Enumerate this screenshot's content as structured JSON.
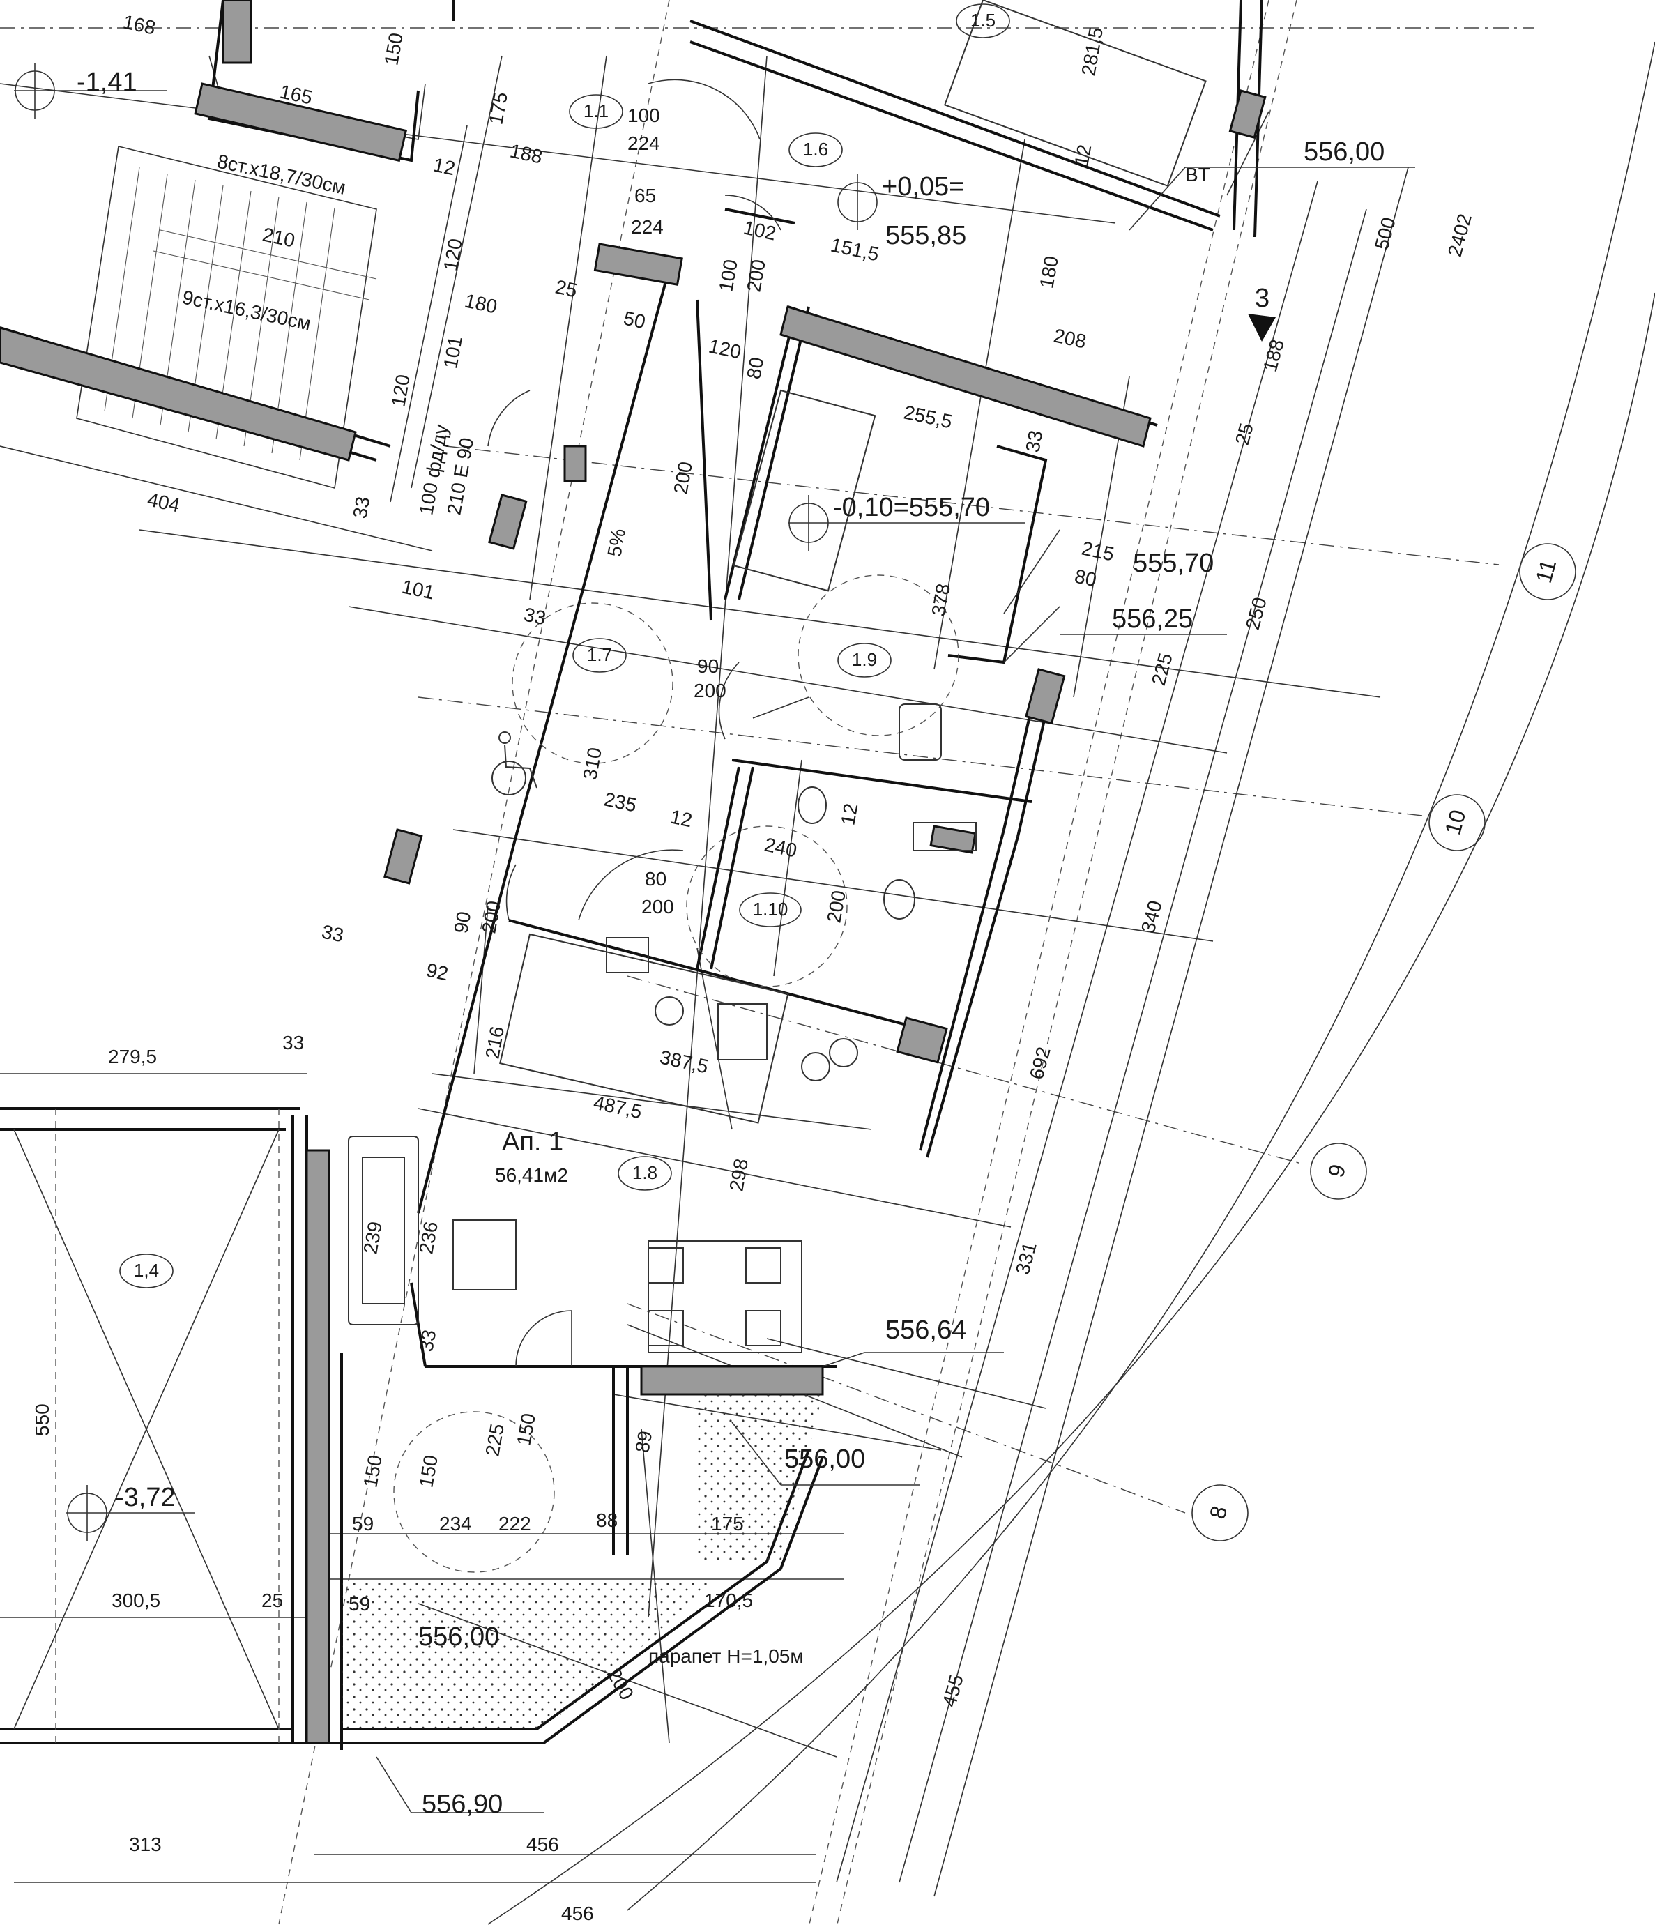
{
  "plan": {
    "apartment": {
      "name": "Ап. 1",
      "area": "56,41м2"
    },
    "rooms": [
      "1.1",
      "1.5",
      "1.6",
      "1.7",
      "1.9",
      "1.10",
      "1.8",
      "1,4"
    ],
    "axes": [
      "11",
      "10",
      "9",
      "8",
      "3"
    ],
    "levels": [
      "-1,41",
      "+0,05=",
      "555,85",
      "-0,10=555,70",
      "-3,72",
      "556,00",
      "555,70",
      "556,25",
      "556,64",
      "556,00",
      "556,00",
      "556,90"
    ],
    "stair_notes": [
      "8ст.х18,7/30см",
      "9ст.х16,3/30см"
    ],
    "doors": [
      "100 фд/ду",
      "210 Е 90",
      "100",
      "224",
      "65",
      "224",
      "100",
      "200",
      "90",
      "200",
      "80",
      "200",
      "90",
      "200"
    ],
    "markers": [
      "BT",
      "5%"
    ],
    "parapet": "парапет Н=1,05м",
    "dims": [
      "168",
      "165",
      "150",
      "175",
      "188",
      "12",
      "210",
      "120",
      "180",
      "101",
      "120",
      "33",
      "404",
      "101",
      "25",
      "50",
      "120",
      "102",
      "151,5",
      "80",
      "255,5",
      "33",
      "208",
      "180",
      "12",
      "281,5",
      "200",
      "378",
      "215",
      "80",
      "33",
      "310",
      "235",
      "12",
      "240",
      "12",
      "200",
      "33",
      "92",
      "216",
      "387,5",
      "487,5",
      "279,5",
      "33",
      "239",
      "236",
      "298",
      "33",
      "225",
      "150",
      "150",
      "150",
      "89",
      "59",
      "234",
      "222",
      "88",
      "175",
      "300,5",
      "25",
      "59",
      "170,5",
      "200",
      "550",
      "313",
      "456",
      "456",
      "500",
      "2402",
      "188",
      "25",
      "250",
      "225",
      "340",
      "692",
      "331",
      "455"
    ]
  }
}
